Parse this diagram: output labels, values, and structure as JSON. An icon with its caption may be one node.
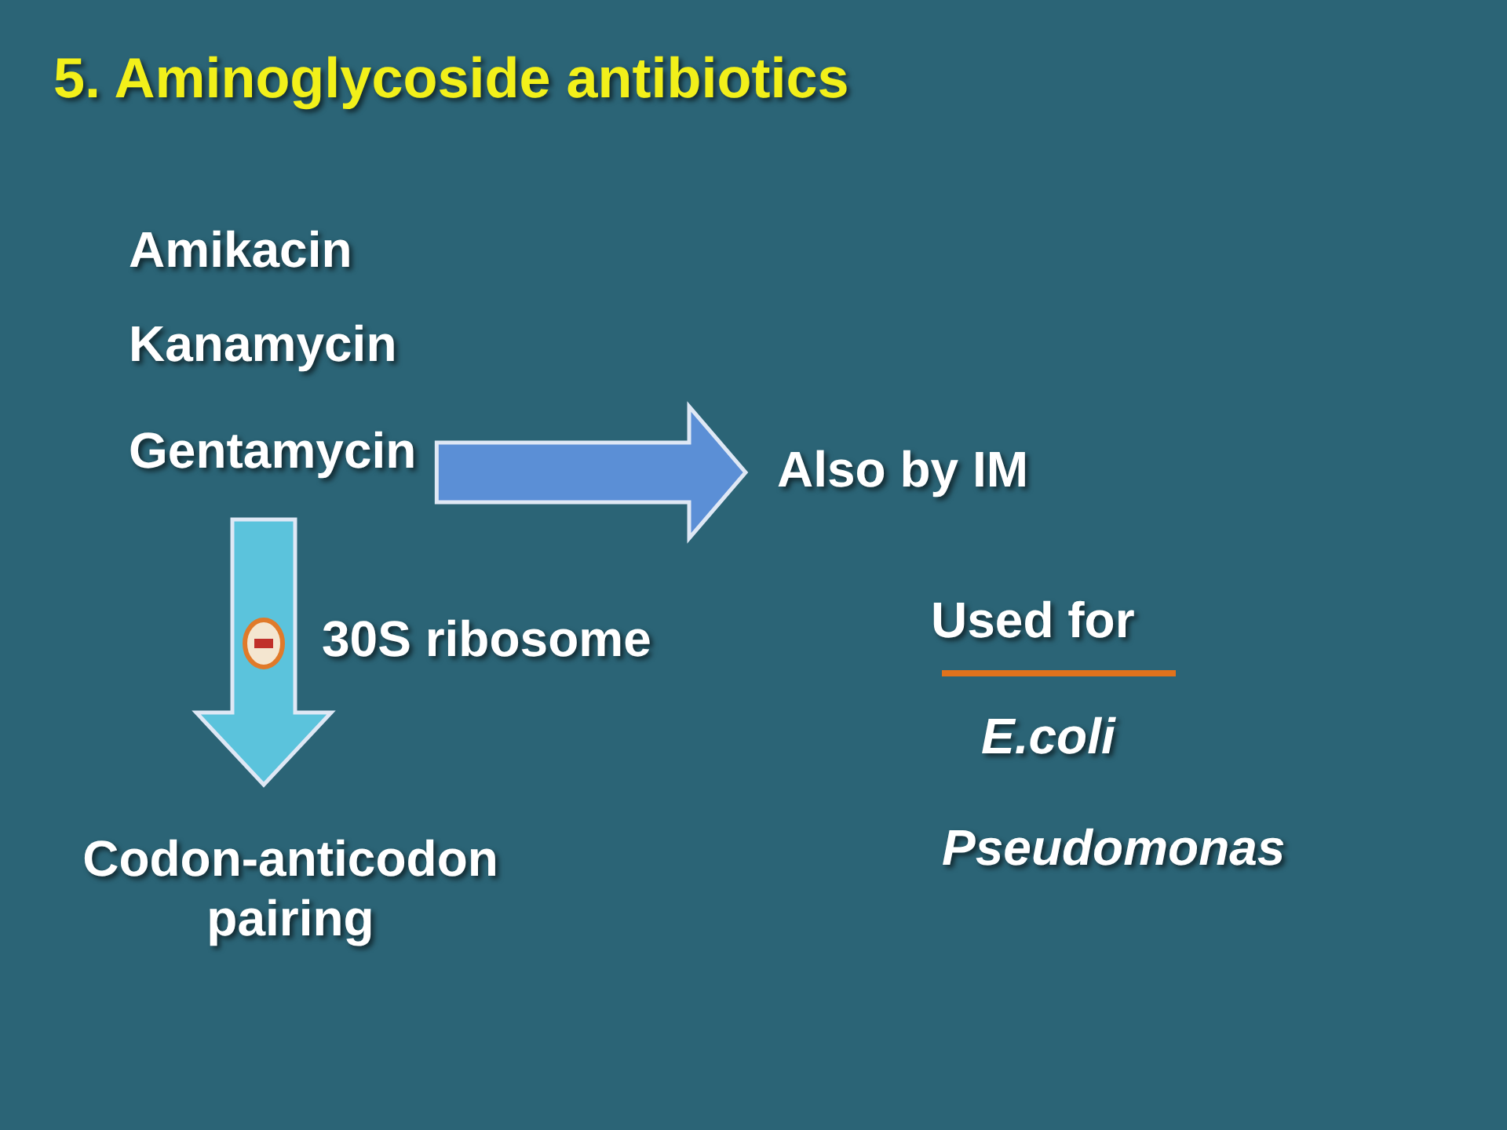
{
  "diagram": {
    "title": "5. Aminoglycoside antibiotics",
    "nodes": [
      {
        "text": [
          "Amikacin"
        ]
      },
      {
        "text": [
          "Kanamycin"
        ]
      },
      {
        "text": [
          "Gentamycin"
        ]
      },
      {
        "text": [
          "Also by IM"
        ]
      },
      {
        "text": [
          "Codon-anticodon pairing"
        ]
      }
    ],
    "edges": [
      {
        "from": 2,
        "to": 3,
        "arrow": "to",
        "color": "#5b8fd6"
      },
      {
        "from": 2,
        "to": 4,
        "arrow": "to",
        "label": "30S ribosome",
        "color": "#5bc3dc"
      }
    ],
    "labels": [
      "Used for",
      "E.coli",
      "Pseudomonas"
    ]
  }
}
